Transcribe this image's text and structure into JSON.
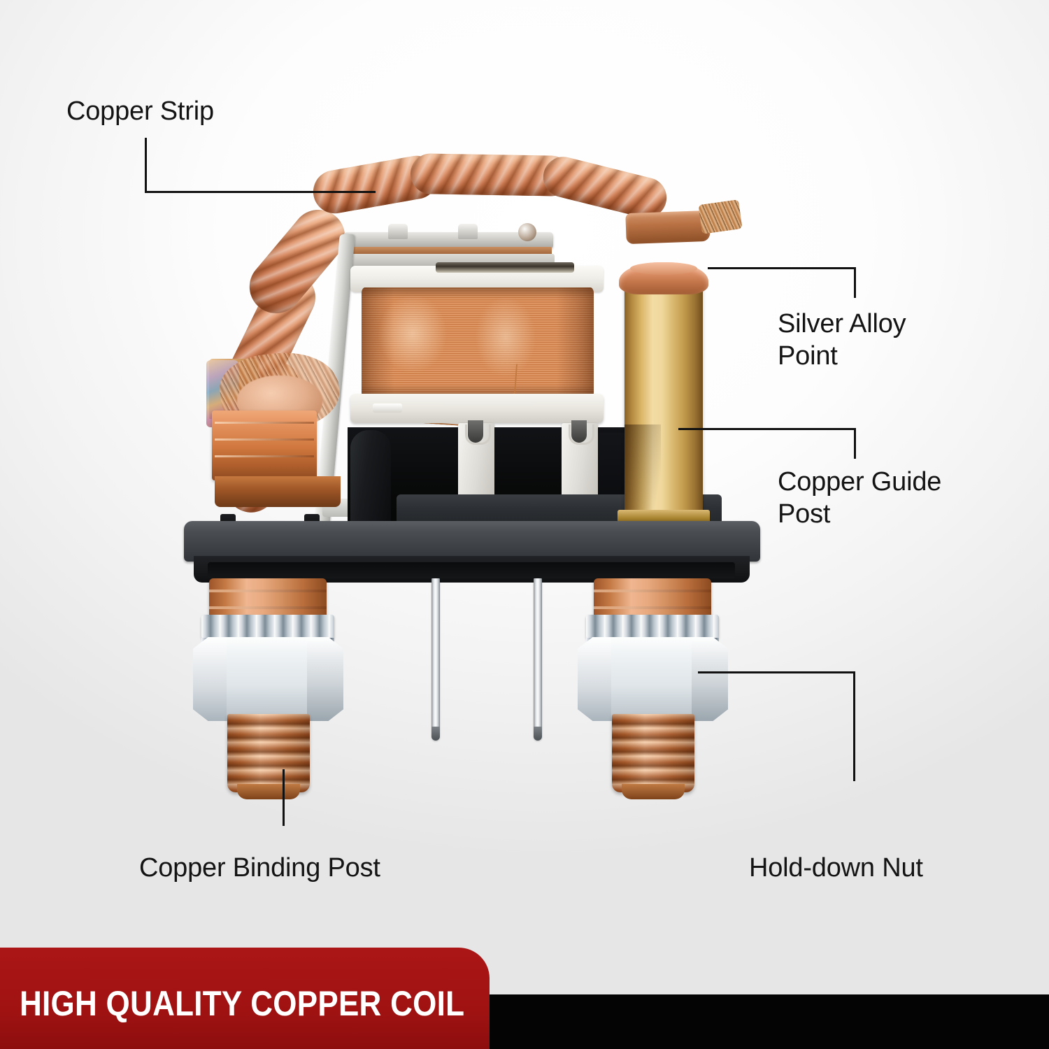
{
  "banner": {
    "headline": "HIGH QUALITY COPPER COIL",
    "red_color": "#a81414",
    "black_color": "#050505",
    "text_color": "#ffffff"
  },
  "background": {
    "top_color": "#ffffff",
    "bottom_color": "#dcdcdc"
  },
  "callouts": [
    {
      "id": "copper-strip",
      "label": "Copper Strip"
    },
    {
      "id": "silver-alloy-point",
      "label": "Silver Alloy\nPoint"
    },
    {
      "id": "copper-guide-post",
      "label": "Copper Guide\nPost"
    },
    {
      "id": "copper-binding-post",
      "label": "Copper Binding Post"
    },
    {
      "id": "hold-down-nut",
      "label": "Hold-down Nut"
    }
  ],
  "product": {
    "name": "automotive relay cutaway",
    "parts": [
      "braided copper strip",
      "copper coil winding",
      "white bobbin",
      "brass guide post",
      "silver alloy contact point",
      "black relay housing",
      "steel base plate",
      "copper binding post",
      "star lock washer",
      "hold-down hex nut",
      "spade pin"
    ],
    "colors": {
      "copper": "#d0783f",
      "brass": "#dcb86a",
      "coil_copper": "#e0a06a",
      "housing_black": "#0a0b0c",
      "plate_grey": "#3e4246",
      "bobbin_white": "#efeee8",
      "nut_chrome": "#dfe5e9",
      "leader_line": "#111111"
    }
  }
}
